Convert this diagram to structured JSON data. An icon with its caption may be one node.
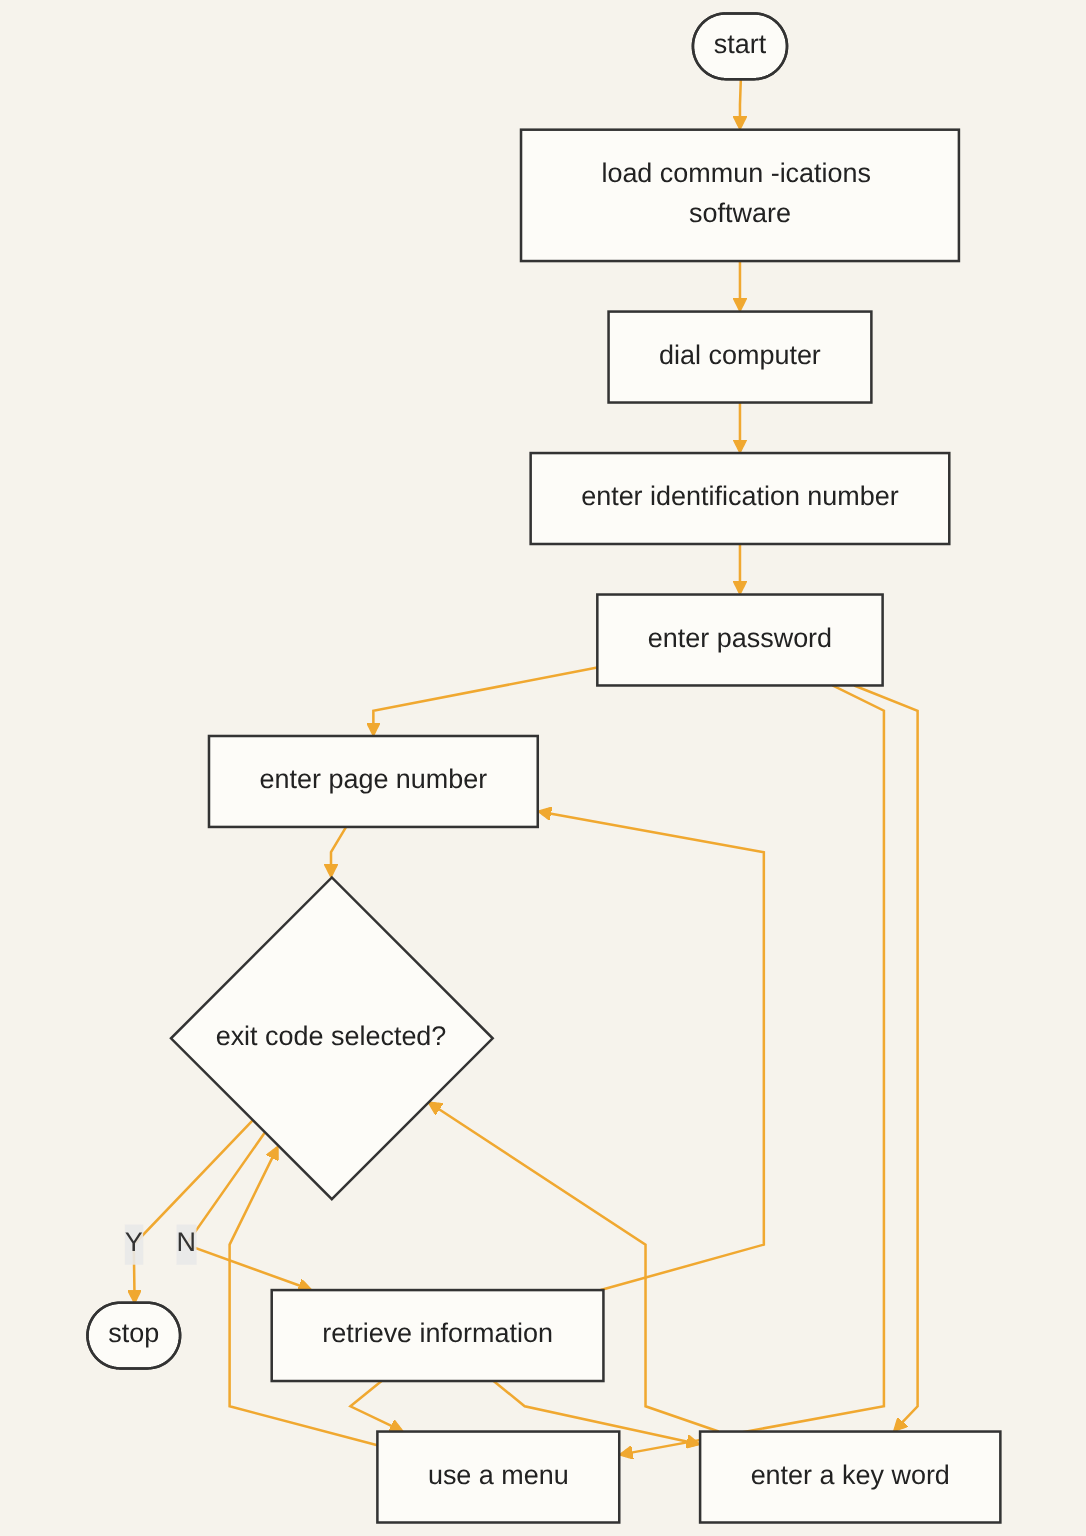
{
  "diagram": {
    "nodes": [
      {
        "text": [
          "start"
        ]
      },
      {
        "text": [
          "load commun -ications software"
        ]
      },
      {
        "text": [
          "dial computer"
        ]
      },
      {
        "text": [
          "enter identification number"
        ]
      },
      {
        "text": [
          "enter password"
        ]
      },
      {
        "text": [
          "enter page number"
        ]
      },
      {
        "text": [
          "use a menu"
        ]
      },
      {
        "text": [
          "enter a key word"
        ]
      },
      {
        "text": [
          "exit code selected?"
        ]
      },
      {
        "text": [
          "stop"
        ]
      },
      {
        "text": [
          "retrieve information"
        ]
      }
    ],
    "edges": [
      {
        "from": 0,
        "to": 1,
        "arrow": "to"
      },
      {
        "from": 1,
        "to": 2,
        "arrow": "to"
      },
      {
        "from": 2,
        "to": 3,
        "arrow": "to"
      },
      {
        "from": 3,
        "to": 4,
        "arrow": "to"
      },
      {
        "from": 4,
        "to": 5,
        "arrow": "to"
      },
      {
        "from": 4,
        "to": 6,
        "arrow": "to"
      },
      {
        "from": 4,
        "to": 7,
        "arrow": "to"
      },
      {
        "from": 5,
        "to": 8,
        "arrow": "to"
      },
      {
        "from": 6,
        "to": 8,
        "arrow": "to"
      },
      {
        "from": 7,
        "to": 8,
        "arrow": "to"
      },
      {
        "from": 8,
        "to": 9,
        "label": "Y",
        "arrow": "to"
      },
      {
        "from": 8,
        "to": 10,
        "label": "N",
        "arrow": "to"
      },
      {
        "from": 10,
        "to": 5,
        "arrow": "to"
      },
      {
        "from": 10,
        "to": 6,
        "arrow": "to"
      },
      {
        "from": 10,
        "to": 7,
        "arrow": "to"
      }
    ]
  }
}
